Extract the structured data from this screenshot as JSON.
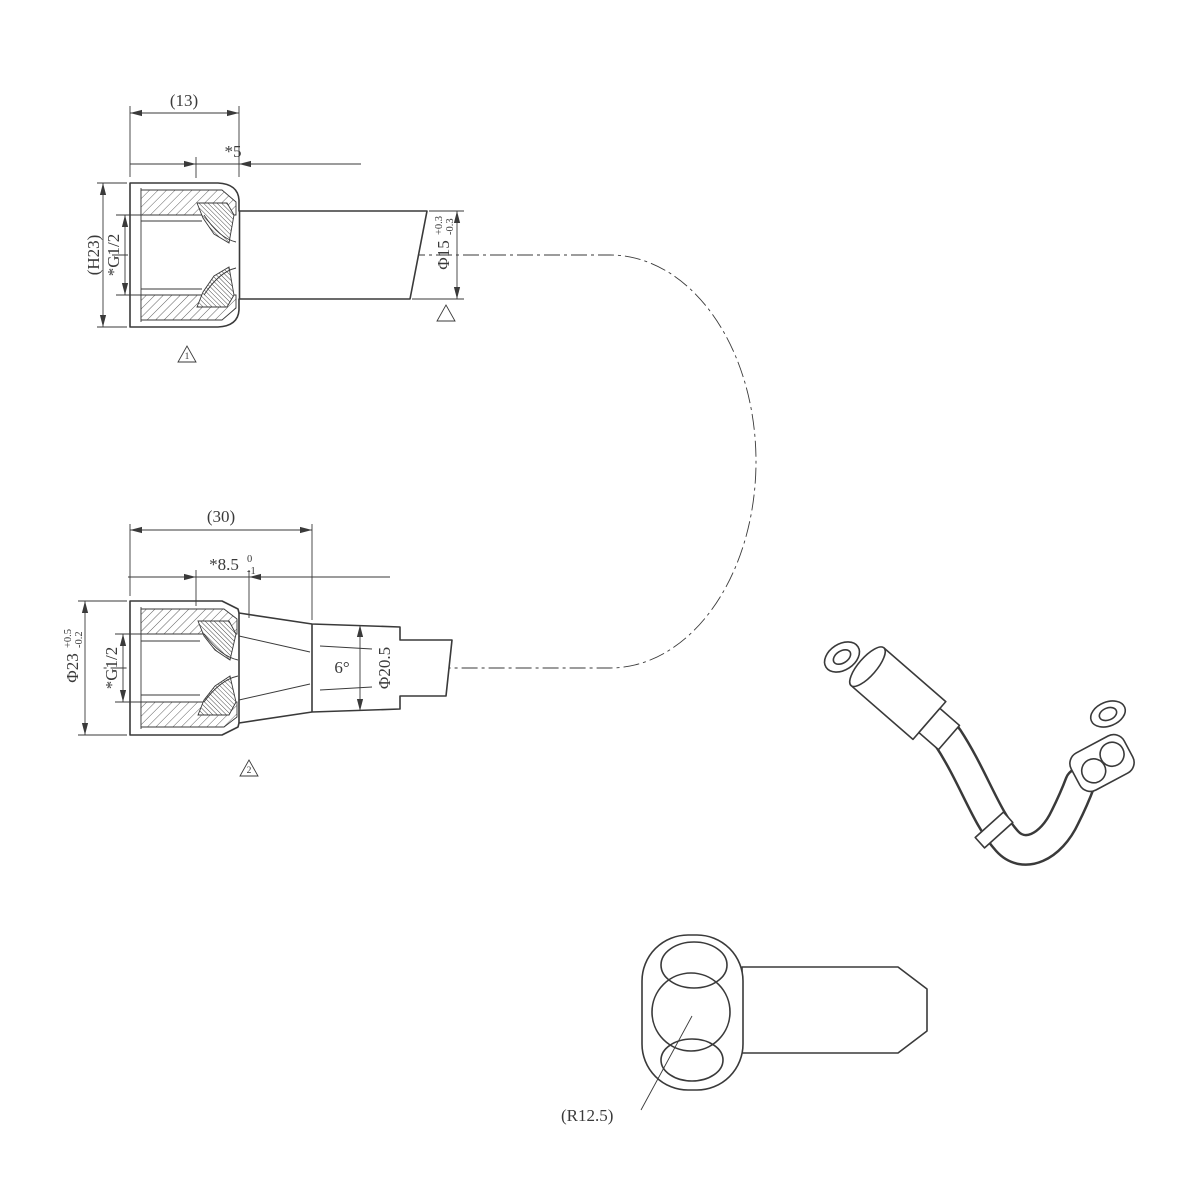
{
  "colors": {
    "line": "#3a3a3a",
    "background": "#ffffff"
  },
  "labels": {
    "upper": {
      "width": "(13)",
      "depth": "*5",
      "height": "(H23)",
      "thread": "*G1/2",
      "dia_base": "Φ15",
      "dia_tol_up": "+0.3",
      "dia_tol_dn": "-0.3",
      "flag1": "1"
    },
    "lower": {
      "width": "(30)",
      "depth_base": "*8.5",
      "depth_tol_up": "0",
      "depth_tol_dn": "-1",
      "dia_base": "Φ23",
      "dia_tol_up": "+0.5",
      "dia_tol_dn": "-0.2",
      "thread": "*G1/2",
      "taper": "6°",
      "body_dia": "Φ20.5",
      "flag2": "2"
    },
    "elbow": {
      "radius": "(R12.5)"
    }
  }
}
